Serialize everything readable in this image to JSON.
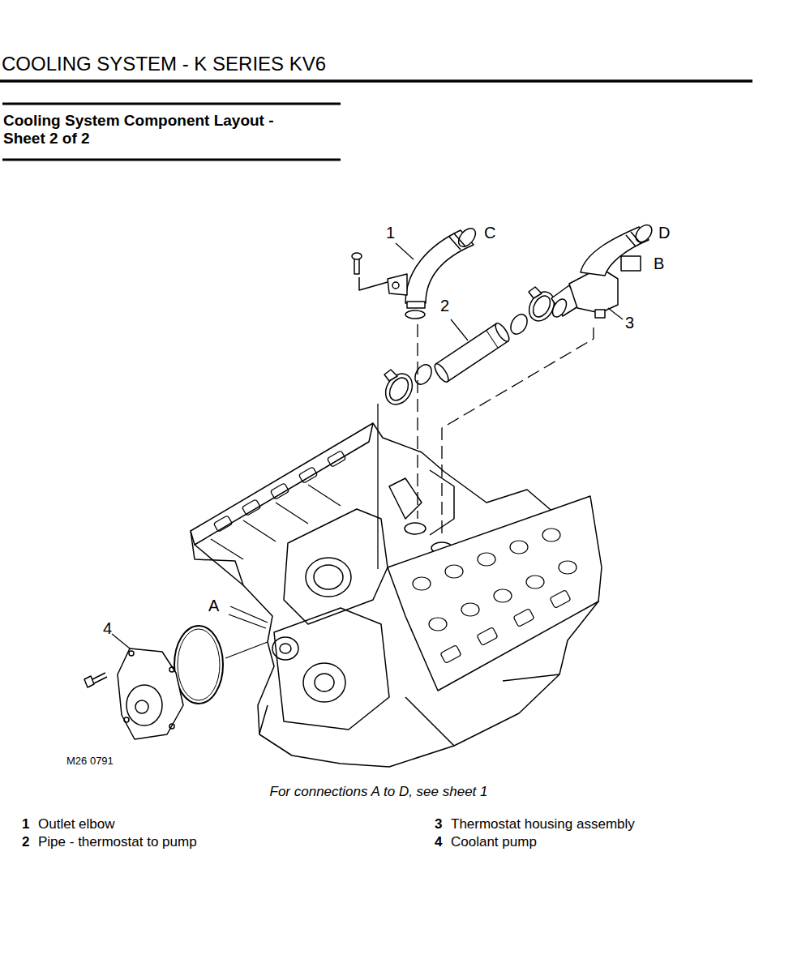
{
  "diagram": {
    "title": "Cooling System Component Layout - Sheet 2 of 2",
    "caption": "For connections A to D, see sheet 1",
    "labels": [
      "COOLING SYSTEM - K SERIES KV6",
      "1",
      "C",
      "D",
      "B",
      "2",
      "3",
      "A",
      "4",
      "M26 0791",
      "1",
      "Outlet elbow",
      "3",
      "Thermostat housing assembly",
      "2",
      "Pipe - thermostat to pump",
      "4",
      "Coolant pump"
    ]
  }
}
